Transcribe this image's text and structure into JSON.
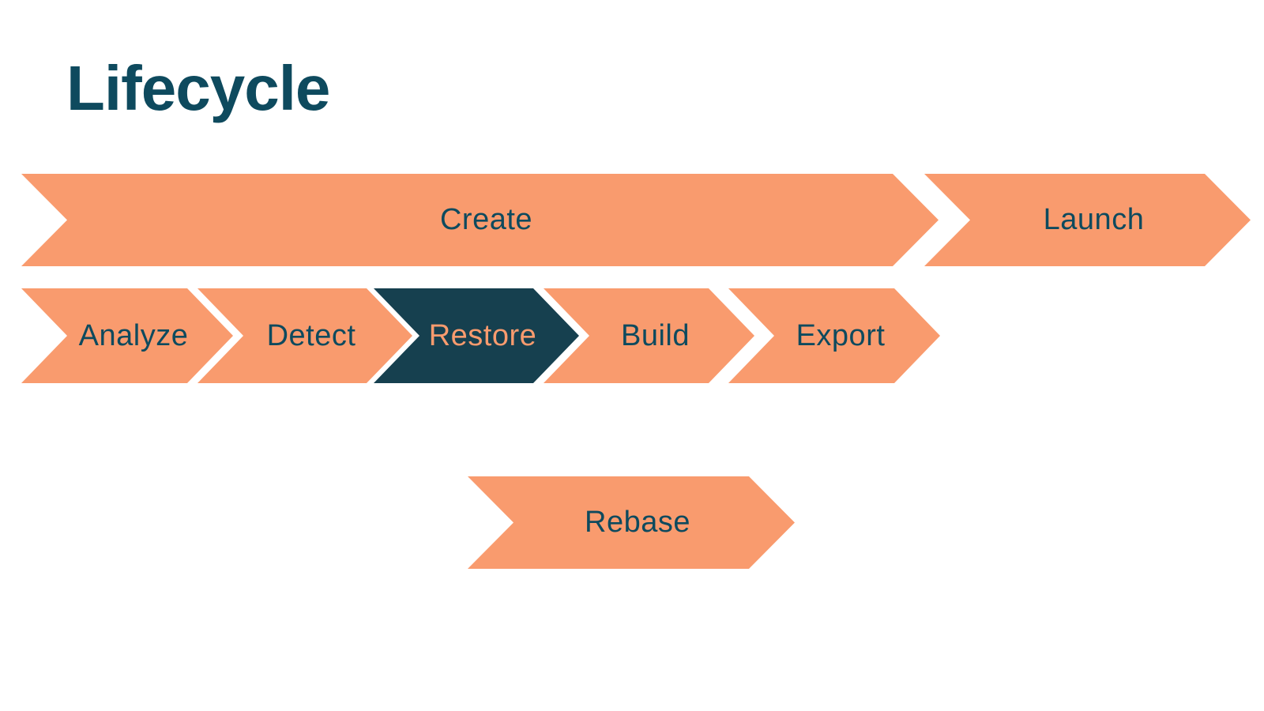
{
  "title": {
    "text": "Lifecycle"
  },
  "colors": {
    "background": "#ffffff",
    "orange": "#f99b6e",
    "dark": "#16404f",
    "ink": "#0e4a5e"
  },
  "flow": {
    "row1": [
      {
        "label": "Create",
        "variant": "orange"
      },
      {
        "label": "Launch",
        "variant": "orange"
      }
    ],
    "row2": [
      {
        "label": "Analyze",
        "variant": "orange"
      },
      {
        "label": "Detect",
        "variant": "orange"
      },
      {
        "label": "Restore",
        "variant": "dark"
      },
      {
        "label": "Build",
        "variant": "orange"
      },
      {
        "label": "Export",
        "variant": "orange"
      }
    ],
    "row3": [
      {
        "label": "Rebase",
        "variant": "orange"
      }
    ]
  }
}
